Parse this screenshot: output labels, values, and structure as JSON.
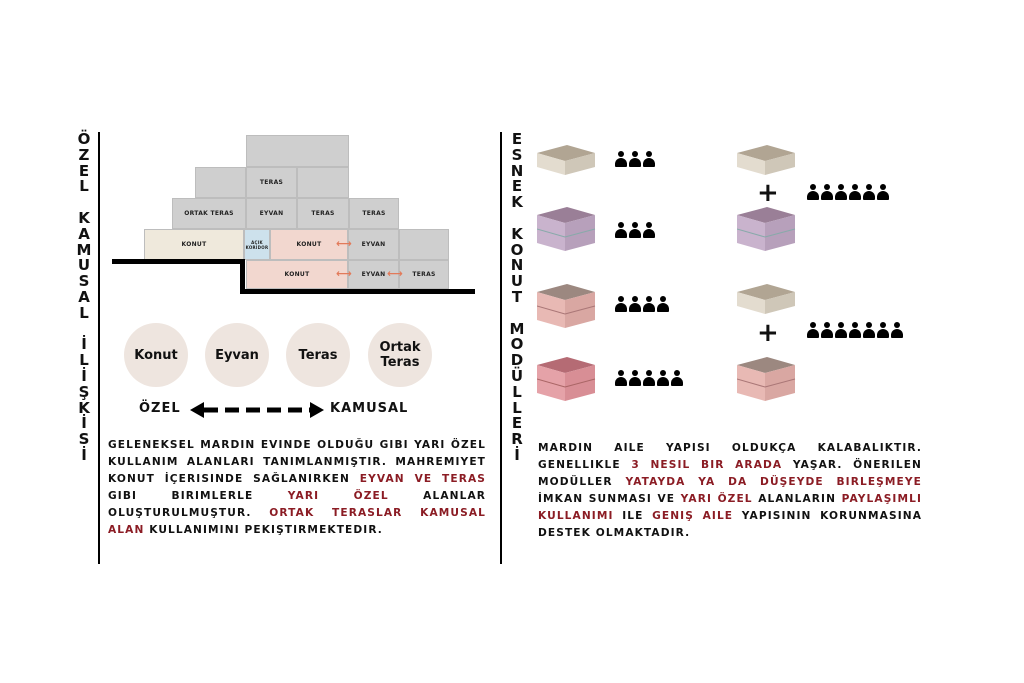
{
  "left_title": [
    "Ö",
    "Z",
    "E",
    "L",
    "",
    "K",
    "A",
    "M",
    "U",
    "S",
    "A",
    "L",
    "",
    "İ",
    "L",
    "İ",
    "Ş",
    "K",
    "İ",
    "S",
    "İ"
  ],
  "right_title": [
    "E",
    "S",
    "N",
    "E",
    "K",
    "",
    "K",
    "O",
    "N",
    "U",
    "T",
    "",
    "M",
    "O",
    "D",
    "Ü",
    "L",
    "L",
    "E",
    "R",
    "İ"
  ],
  "section": {
    "teras_top": "Teras",
    "ortak_teras": "Ortak Teras",
    "eyvan_1": "Eyvan",
    "teras_2": "Teras",
    "teras_3": "Teras",
    "konut_1": "Konut",
    "acik_koridor": "Açık Koridor",
    "konut_2": "Konut",
    "eyvan_2": "Eyvan",
    "konut_3": "Konut",
    "eyvan_3": "Eyvan",
    "teras_4": "Teras"
  },
  "circles": [
    "Konut",
    "Eyvan",
    "Teras",
    "Ortak Teras"
  ],
  "axis": {
    "left": "ÖZEL",
    "right": "KAMUSAL"
  },
  "left_paragraph": [
    {
      "t": "GELENEKSEL MARDIN EVINDE OLDUĞU GIBI YARI ÖZEL KULLANIM ALANLARI TANIMLANMIŞTIR. MAHREMIYET KONUT İÇERISINDE SAĞLANIRKEN ",
      "red": false
    },
    {
      "t": "EYVAN VE TERAS",
      "red": true
    },
    {
      "t": " GIBI BIRIMLERLE ",
      "red": false
    },
    {
      "t": "YARI ÖZEL",
      "red": true
    },
    {
      "t": " ALANLAR OLUŞTURULMUŞTUR. ",
      "red": false
    },
    {
      "t": "ORTAK TERASLAR KAMUSAL ALAN",
      "red": true
    },
    {
      "t": " KULLANIMINI PEKIŞTIRMEKTEDIR.",
      "red": false
    }
  ],
  "right_paragraph": [
    {
      "t": "MARDIN AILE YAPISI OLDUKÇA KALABALIKTIR. GENELLIKLE ",
      "red": false
    },
    {
      "t": "3 NESIL BIR ARADA",
      "red": true
    },
    {
      "t": " YAŞAR. ÖNERILEN MODÜLLER ",
      "red": false
    },
    {
      "t": "YATAYDA YA DA DÜŞEYDE BIRLEŞMEYE",
      "red": true
    },
    {
      "t": " İMKAN SUNMASI VE ",
      "red": false
    },
    {
      "t": "YARI ÖZEL",
      "red": true
    },
    {
      "t": " ALANLARIN ",
      "red": false
    },
    {
      "t": "PAYLAŞIMLI KULLANIMI",
      "red": true
    },
    {
      "t": " ILE ",
      "red": false
    },
    {
      "t": "GENIŞ AILE",
      "red": true
    },
    {
      "t": " YAPISININ KORUNMASINA DESTEK OLMAKTADIR.",
      "red": false
    }
  ],
  "modules": {
    "plus_sign": "+",
    "people_counts": [
      3,
      3,
      4,
      5,
      6,
      7
    ]
  },
  "colors": {
    "accent_red": "#8b1c24",
    "highlight": "#f2d7cf",
    "arrow": "#e27a5a"
  }
}
